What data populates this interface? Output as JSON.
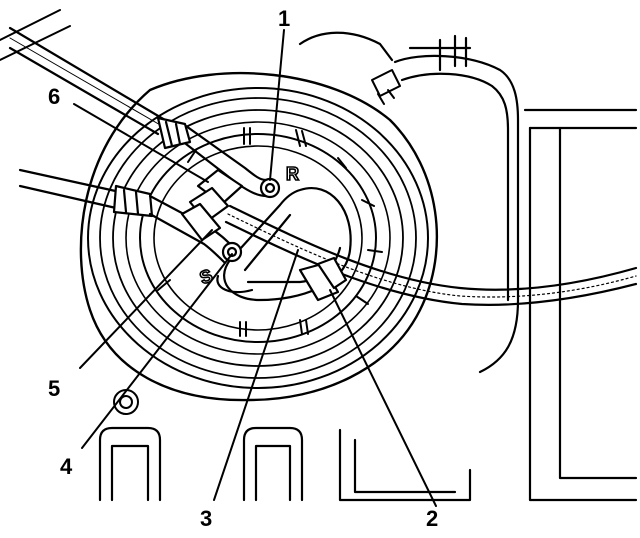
{
  "callouts": [
    {
      "id": "1",
      "label": "1"
    },
    {
      "id": "2",
      "label": "2"
    },
    {
      "id": "3",
      "label": "3"
    },
    {
      "id": "4",
      "label": "4"
    },
    {
      "id": "5",
      "label": "5"
    },
    {
      "id": "6",
      "label": "6"
    }
  ],
  "port_labels": {
    "return": "R",
    "supply": "S"
  },
  "colors": {
    "ink": "#000000",
    "background": "#ffffff"
  }
}
